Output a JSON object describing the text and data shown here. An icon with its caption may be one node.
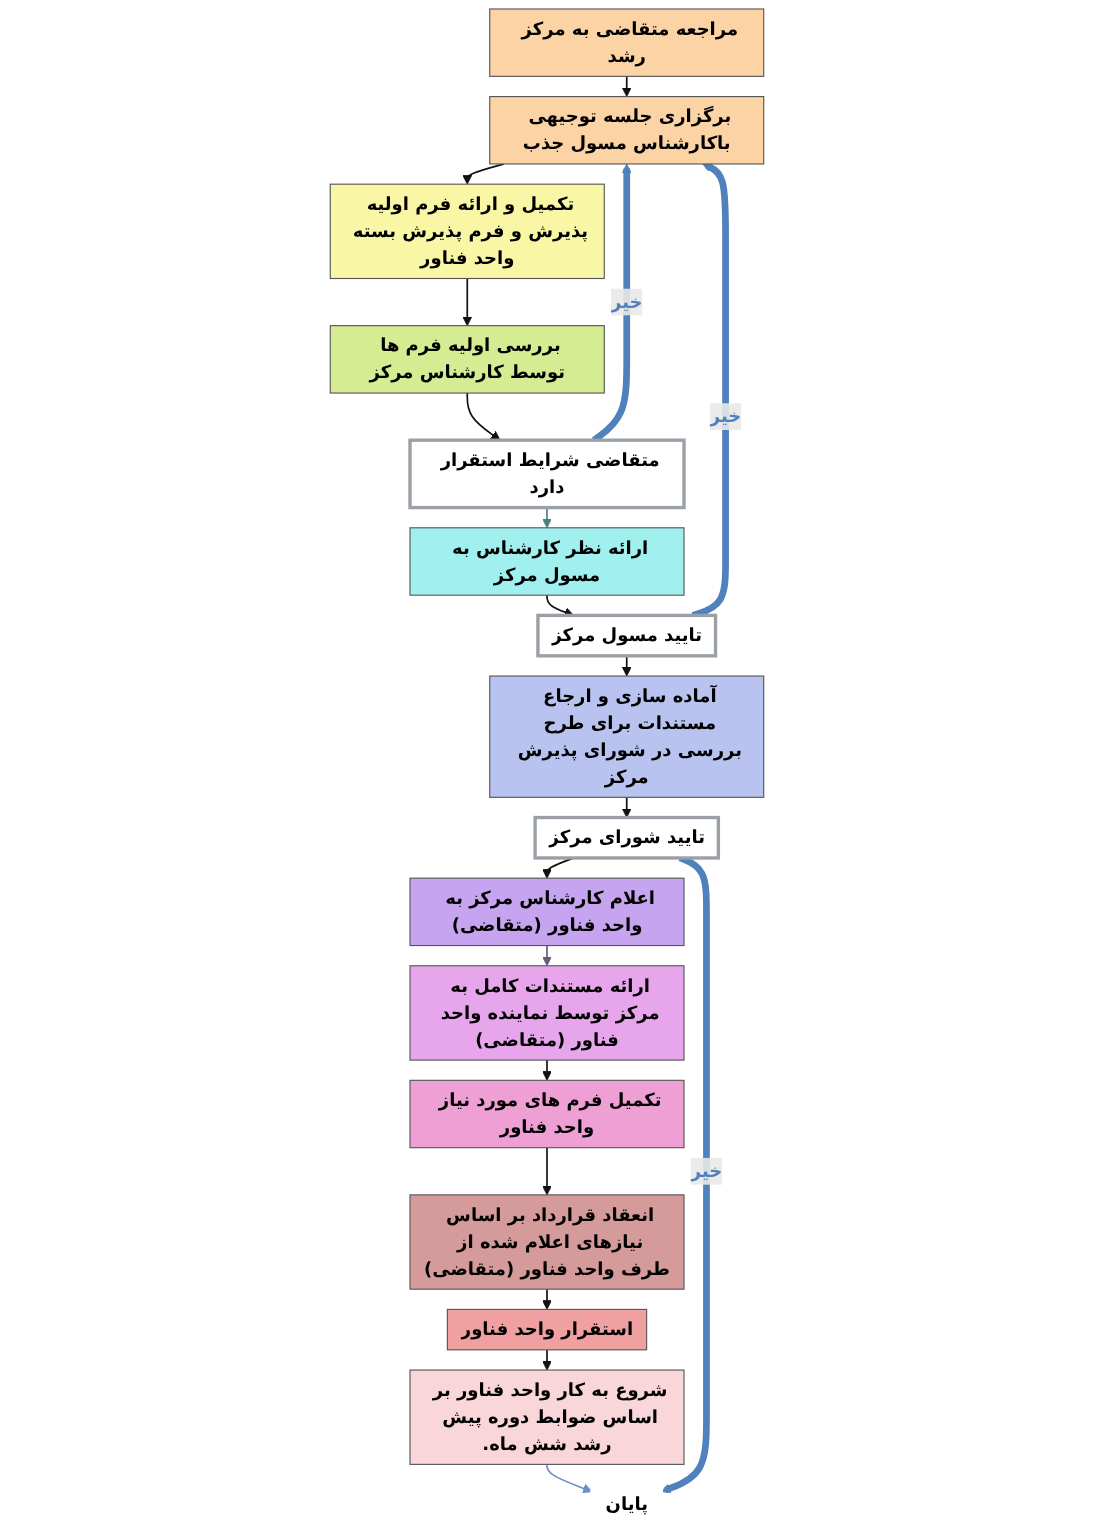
{
  "diagram": {
    "nodes": [
      {
        "text": [
          "مراجعه متقاضی به مرکز رشد"
        ]
      },
      {
        "text": [
          "برگزاری جلسه توجیهی باکارشناس مسول جذب"
        ]
      },
      {
        "text": [
          "تکمیل و ارائه فرم اولیه پذیرش و فرم پذیرش بسته واحد فناور"
        ]
      },
      {
        "text": [
          "بررسی اولیه فرم ها توسط کارشناس مرکز"
        ]
      },
      {
        "text": [
          "متقاضی شرایط استقرار دارد"
        ]
      },
      {
        "text": [
          "ارائه نظر کارشناس به مسول مرکز"
        ]
      },
      {
        "text": [
          "تایید مسول مرکز"
        ]
      },
      {
        "text": [
          "آماده سازی و ارجاع مستندات برای طرح بررسی در شورای پذیرش مرکز"
        ]
      },
      {
        "text": [
          "تایید شورای مرکز"
        ]
      },
      {
        "text": [
          "اعلام کارشناس مرکز به واحد فناور (متقاضی)"
        ]
      },
      {
        "text": [
          "ارائه مستندات کامل به مرکز توسط نماینده واحد فناور (متقاضی)"
        ]
      },
      {
        "text": [
          "تکمیل فرم های مورد نیاز واحد فناور"
        ]
      },
      {
        "text": [
          "انعقاد قرارداد بر اساس نیازهای اعلام شده از طرف واحد فناور (متقاضی)"
        ]
      },
      {
        "text": [
          "استقرار واحد فناور"
        ]
      },
      {
        "text": [
          "شروع به کار واحد فناور بر اساس ضوابط دوره پیش رشد شش ماه."
        ]
      },
      {
        "text": [
          "پایان"
        ]
      }
    ],
    "edges": [
      {
        "from": 0,
        "to": 1,
        "arrow": "to"
      },
      {
        "from": 1,
        "to": 2,
        "arrow": "to"
      },
      {
        "from": 2,
        "to": 3,
        "arrow": "to"
      },
      {
        "from": 3,
        "to": 4,
        "arrow": "to"
      },
      {
        "from": 4,
        "to": 5,
        "arrow": "to",
        "color": "#4e7f86"
      },
      {
        "from": 5,
        "to": 6,
        "arrow": "to"
      },
      {
        "from": 6,
        "to": 7,
        "arrow": "to"
      },
      {
        "from": 7,
        "to": 8,
        "arrow": "to"
      },
      {
        "from": 8,
        "to": 9,
        "arrow": "to"
      },
      {
        "from": 9,
        "to": 10,
        "arrow": "to",
        "color": "#6b5b7b"
      },
      {
        "from": 10,
        "to": 11,
        "arrow": "to"
      },
      {
        "from": 11,
        "to": 12,
        "arrow": "to"
      },
      {
        "from": 12,
        "to": 13,
        "arrow": "to"
      },
      {
        "from": 13,
        "to": 14,
        "arrow": "to"
      },
      {
        "from": 14,
        "to": 15,
        "arrow": "to",
        "color": "#6f8fc8"
      },
      {
        "from": 4,
        "to": 1,
        "arrow": "to",
        "label": "خیر",
        "style": "thick",
        "color": "#4f81bd"
      },
      {
        "from": 6,
        "to": 1,
        "arrow": "to",
        "label": "خیر",
        "style": "thick",
        "color": "#4f81bd"
      },
      {
        "from": 8,
        "to": 15,
        "arrow": "to",
        "label": "خیر",
        "style": "thick",
        "color": "#4f81bd"
      }
    ]
  }
}
